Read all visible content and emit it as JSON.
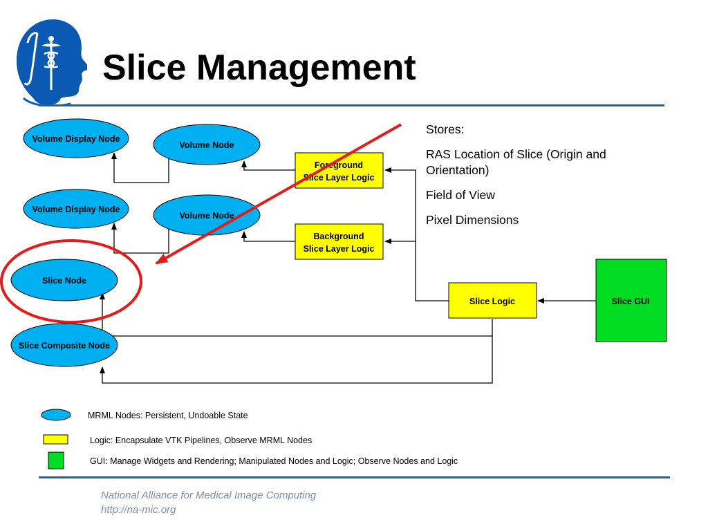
{
  "slide": {
    "title": "Slice Management",
    "footer": {
      "org": "National Alliance for Medical Image Computing",
      "url": "http://na-mic.org"
    }
  },
  "logo": {
    "icon": "head-caduceus-icon"
  },
  "nodes": {
    "volume_display_node_1": "Volume Display Node",
    "volume_node_1": "Volume Node",
    "volume_display_node_2": "Volume Display Node",
    "volume_node_2": "Volume Node",
    "slice_node": "Slice Node",
    "slice_composite_node": "Slice Composite Node",
    "foreground_logic": [
      "Foreground",
      "Slice Layer Logic"
    ],
    "background_logic": [
      "Background",
      "Slice Layer Logic"
    ],
    "slice_logic": "Slice Logic",
    "slice_gui": "Slice GUI"
  },
  "stores": {
    "heading": "Stores:",
    "items": [
      "RAS Location of Slice (Origin and Orientation)",
      "Field of View",
      "Pixel Dimensions"
    ]
  },
  "legend": [
    {
      "shape": "ellipse",
      "color": "#00b0f0",
      "text": "MRML Nodes: Persistent, Undoable State"
    },
    {
      "shape": "rect",
      "color": "#ffff00",
      "text": "Logic: Encapsulate VTK Pipelines, Observe MRML Nodes"
    },
    {
      "shape": "rect",
      "color": "#00dd22",
      "text": "GUI: Manage Widgets and Rendering; Manipulated Nodes and Logic; Observe Nodes and Logic"
    }
  ],
  "colors": {
    "mrml": "#00b0f0",
    "logic": "#ffff00",
    "gui": "#00dd22",
    "highlight": "#e41b1b",
    "rule": "#1f5fae",
    "logo": "#0a5ab4",
    "footer_text": "#7f8ca8"
  }
}
